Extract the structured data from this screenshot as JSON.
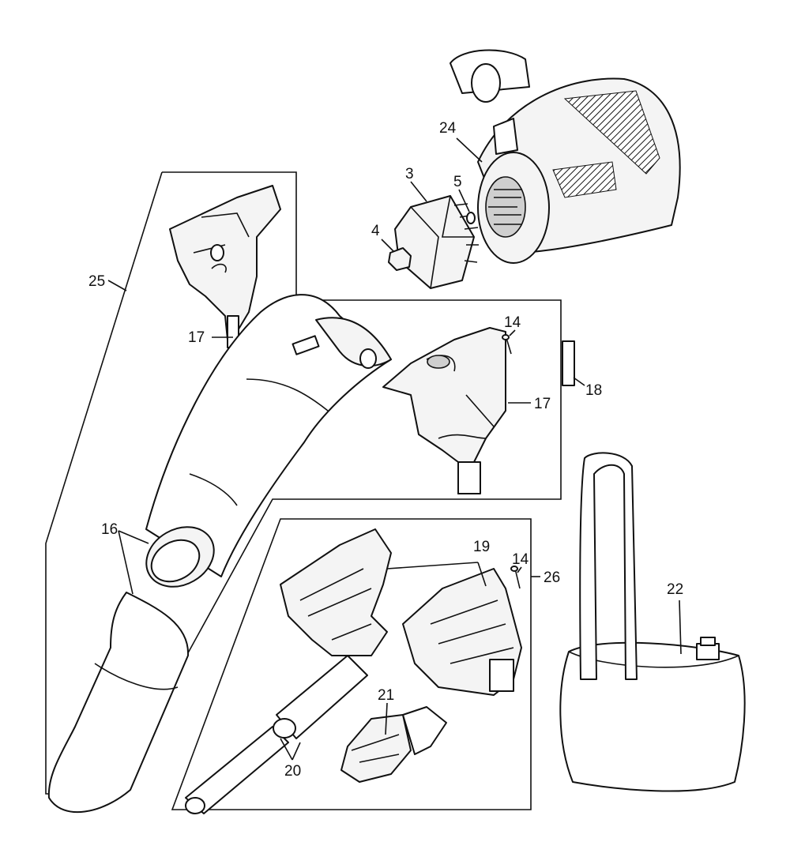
{
  "callouts": [
    {
      "id": "c24",
      "label": "24"
    },
    {
      "id": "c3",
      "label": "3"
    },
    {
      "id": "c5",
      "label": "5"
    },
    {
      "id": "c4",
      "label": "4"
    },
    {
      "id": "c25",
      "label": "25"
    },
    {
      "id": "c17a",
      "label": "17"
    },
    {
      "id": "c14a",
      "label": "14"
    },
    {
      "id": "c18",
      "label": "18"
    },
    {
      "id": "c17b",
      "label": "17"
    },
    {
      "id": "c16",
      "label": "16"
    },
    {
      "id": "c19",
      "label": "19"
    },
    {
      "id": "c14b",
      "label": "14"
    },
    {
      "id": "c26",
      "label": "26"
    },
    {
      "id": "c22",
      "label": "22"
    },
    {
      "id": "c21",
      "label": "21"
    },
    {
      "id": "c20",
      "label": "20"
    }
  ],
  "colors": {
    "line": "#111111",
    "fill": "#f4f4f4",
    "background": "#ffffff"
  }
}
